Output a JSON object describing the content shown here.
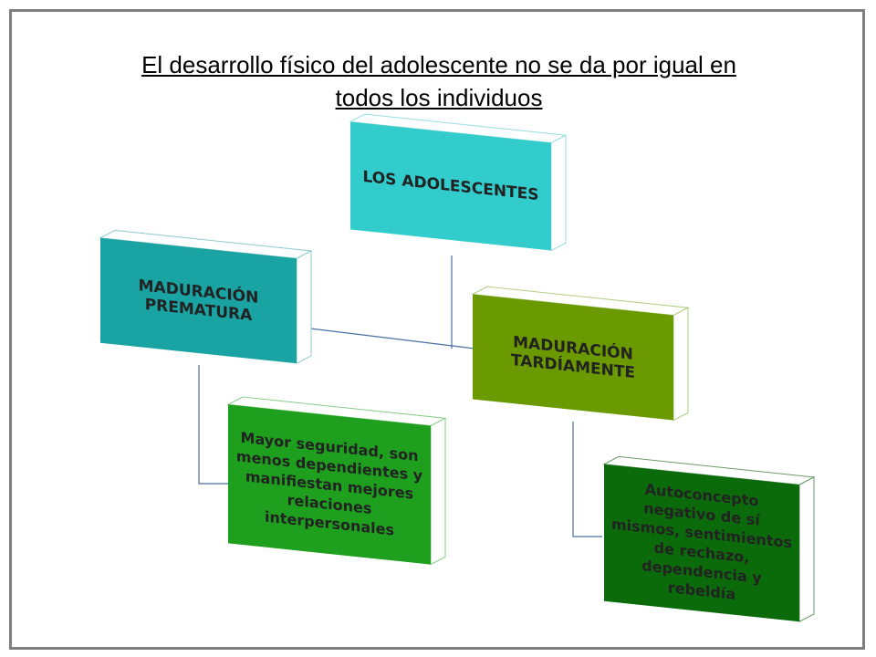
{
  "title": {
    "line1": "El desarrollo físico del adolescente no se da por igual en",
    "line2": "todos los individuos"
  },
  "nodes": {
    "root": {
      "label": "LOS ADOLESCENTES",
      "color": "#33cccc"
    },
    "premature": {
      "label": "MADURACIÓN PREMATURA",
      "color": "#1aa3a3"
    },
    "late": {
      "label": "MADURACIÓN TARDÍAMENTE",
      "color": "#6b9a00"
    },
    "premature_detail": {
      "label": "Mayor seguridad, son menos dependientes y manifiestan mejores relaciones interpersonales",
      "color": "#1ea01e"
    },
    "late_detail": {
      "label": "Autoconcepto negativo de sí mismos, sentimientos de rechazo, dependencia y rebeldía",
      "color": "#0b6b0b"
    }
  },
  "colors": {
    "connector": "#4a6fa5",
    "frame": "#7f7f7f"
  }
}
